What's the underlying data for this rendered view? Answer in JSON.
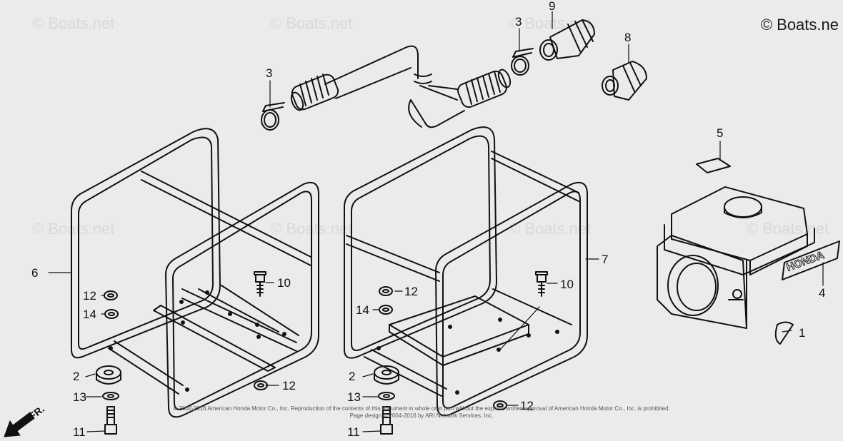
{
  "watermark": "© Boats.net",
  "corner_watermark": "© Boats.ne",
  "callouts": {
    "c1": "1",
    "c2a": "2",
    "c2b": "2",
    "c3a": "3",
    "c3b": "3",
    "c4": "4",
    "c5": "5",
    "c6": "6",
    "c7": "7",
    "c8": "8",
    "c9": "9",
    "c10a": "10",
    "c10b": "10",
    "c11a": "11",
    "c11b": "11",
    "c12a": "12",
    "c12b": "12",
    "c12c": "12",
    "c12d": "12",
    "c13a": "13",
    "c13b": "13",
    "c14a": "14",
    "c14b": "14"
  },
  "front_label": "FR.",
  "engine_decal": "HONDA",
  "footer": {
    "line1": "© 2002-2016 American Honda Motor Co., Inc. Reproduction of the contents of this document in whole or in part without the express written approval of American Honda Motor Co., Inc. is prohibited.",
    "line2": "Page design © 2004-2016 by ARI Network Services, Inc."
  },
  "colors": {
    "background": "#ebebeb",
    "line": "#111111",
    "watermark": "#d9d9d9"
  }
}
